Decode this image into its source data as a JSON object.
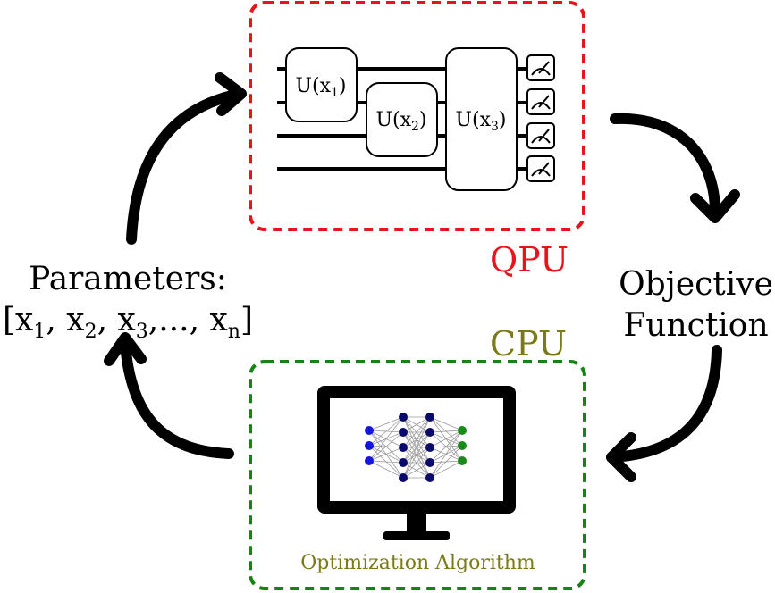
{
  "qpu": {
    "label": "QPU",
    "border_color": "#e8141b",
    "gates": [
      {
        "name": "U",
        "index": "1"
      },
      {
        "name": "U",
        "index": "2"
      },
      {
        "name": "U",
        "index": "3"
      }
    ],
    "qubit_count": 4,
    "meter_icon": "measurement-meter-icon"
  },
  "cpu": {
    "label": "CPU",
    "label_color": "#7a7a1a",
    "border_color": "#148414",
    "monitor_icon": "monitor-icon",
    "network_icon": "neural-network-icon",
    "caption": "Optimization Algorithm"
  },
  "parameters": {
    "line1": "Parameters:",
    "line2_items": [
      "x1",
      "x2",
      "x3",
      "...",
      "xn"
    ]
  },
  "objective": {
    "line1": "Objective",
    "line2": "Function"
  },
  "arrows": [
    "parameters-to-qpu",
    "qpu-to-objective",
    "objective-to-cpu",
    "cpu-to-parameters"
  ]
}
